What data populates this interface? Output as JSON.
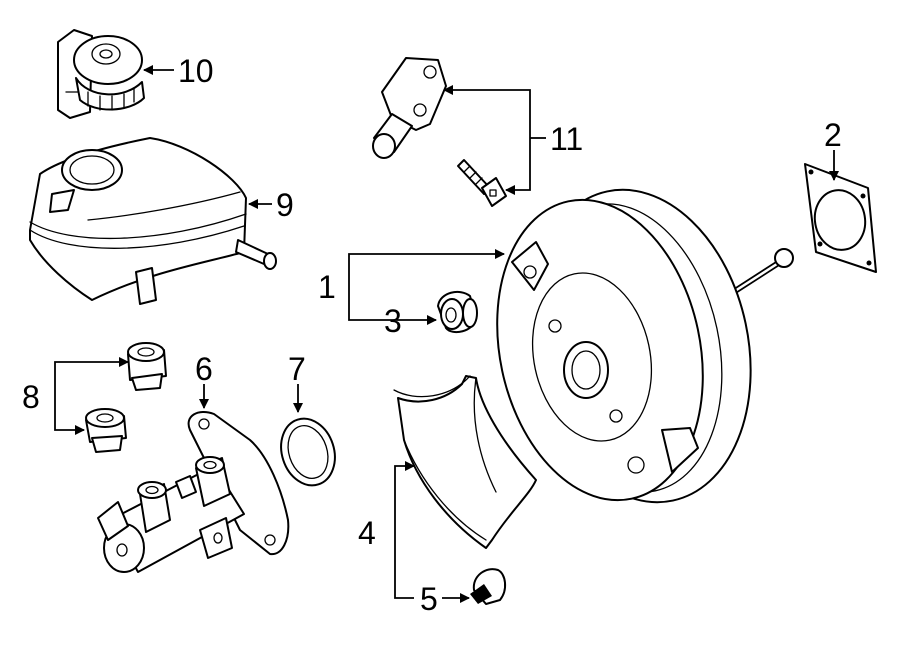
{
  "callouts": {
    "c1": "1",
    "c2": "2",
    "c3": "3",
    "c4": "4",
    "c5": "5",
    "c6": "6",
    "c7": "7",
    "c8": "8",
    "c9": "9",
    "c10": "10",
    "c11": "11"
  },
  "parts": [
    "brake-booster",
    "booster-gasket",
    "grommet",
    "heat-shield",
    "retainer-clip",
    "master-cylinder",
    "o-ring-seal",
    "reservoir-grommet",
    "fluid-reservoir",
    "reservoir-cap",
    "pressure-sensor-and-bolt"
  ],
  "colors": {
    "line": "#000000",
    "background": "#ffffff"
  }
}
